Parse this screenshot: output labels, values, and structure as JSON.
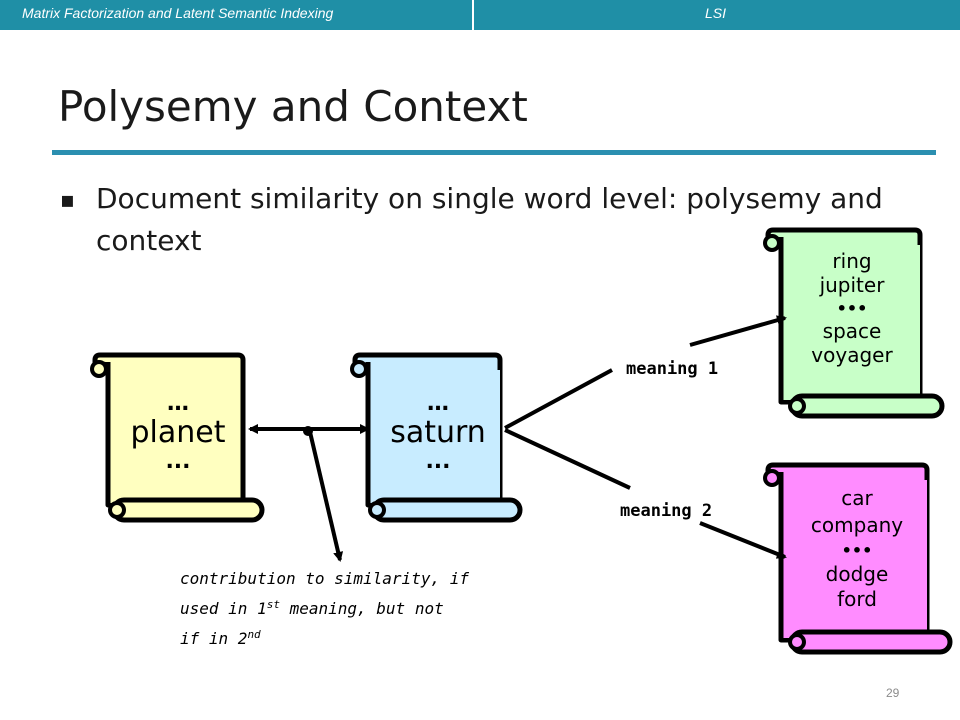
{
  "header": {
    "section": "Matrix Factorization and Latent Semantic Indexing",
    "topic": "LSI"
  },
  "title": "Polysemy and Context",
  "bullet": "Document similarity on single word level: polysemy and context",
  "docs": {
    "planet": {
      "top": "…",
      "word": "planet",
      "bottom": "..."
    },
    "saturn": {
      "top": "…",
      "word": "saturn",
      "bottom": "..."
    },
    "meaning1": {
      "line1": "ring",
      "line2": "jupiter",
      "line3": "•••",
      "line4": "space",
      "line5": "voyager"
    },
    "meaning2": {
      "line1": "car",
      "line2": "company",
      "line3": "•••",
      "line4": "dodge",
      "line5": "ford"
    }
  },
  "labels": {
    "meaning1": "meaning 1",
    "meaning2": "meaning 2"
  },
  "note": {
    "line1": "contribution to similarity, if",
    "line2_pre": "used in 1",
    "line2_sup": "st",
    "line2_post": " meaning, but not",
    "line3_pre": "if in 2",
    "line3_sup": "nd"
  },
  "colors": {
    "header_bar": "#1f8fa6",
    "planet_doc": "#ffffc0",
    "saturn_doc": "#c8ecff",
    "meaning1_doc": "#c8ffc8",
    "meaning2_doc": "#ff8cff"
  },
  "page_number": "29"
}
